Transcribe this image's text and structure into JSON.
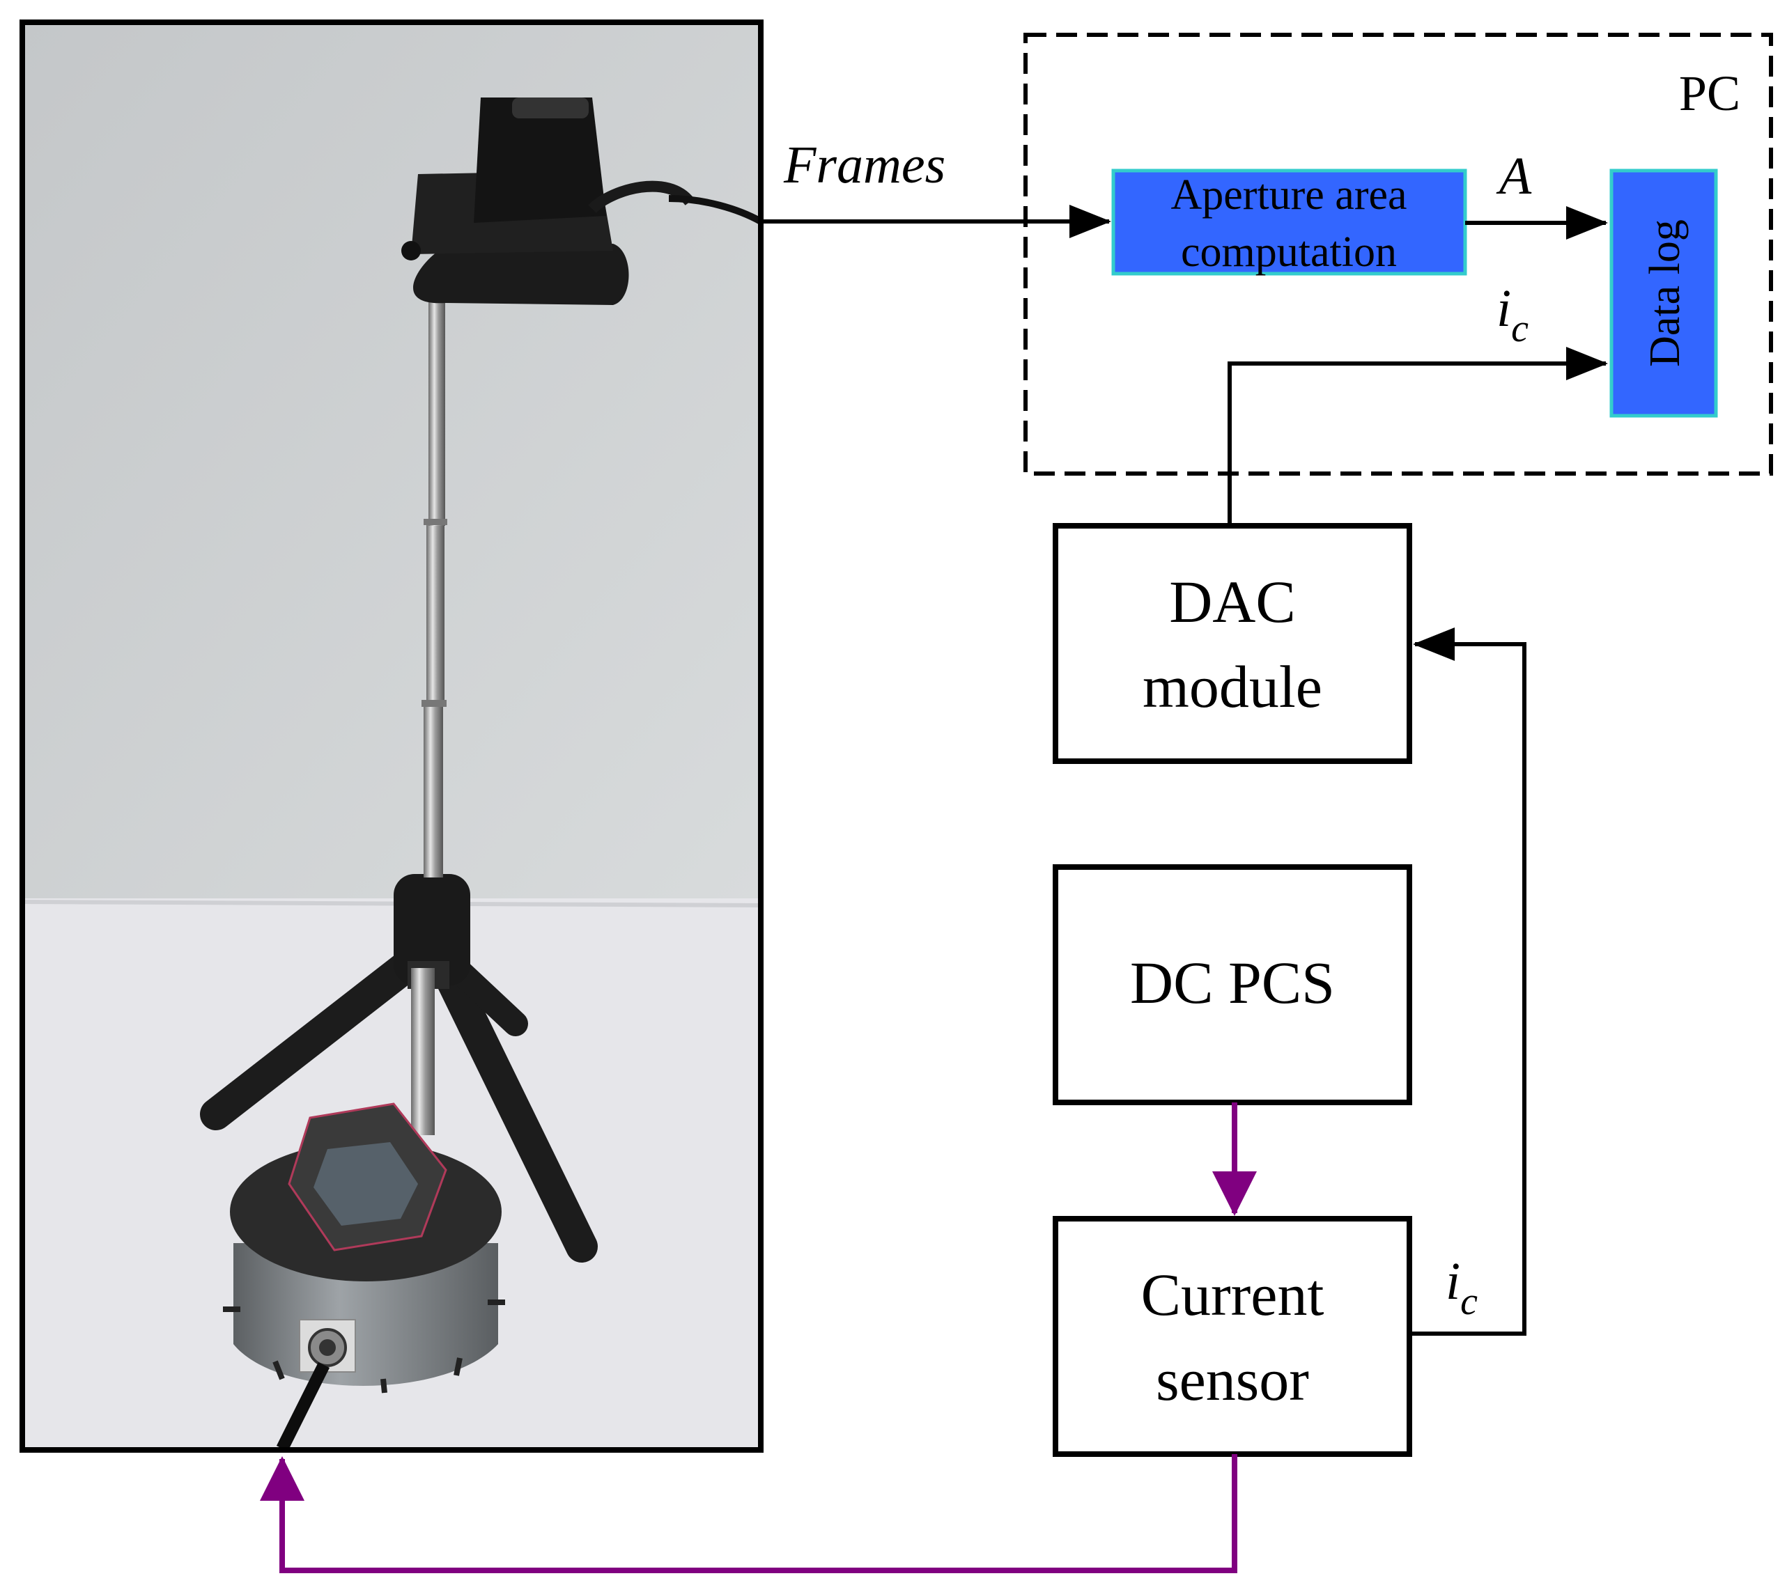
{
  "labels": {
    "pc": "PC",
    "frames": "Frames",
    "aperture_line1": "Aperture area",
    "aperture_line2": "computation",
    "data_log": "Data log",
    "signal_a": "A",
    "signal_i": "i",
    "signal_i_sub": "c",
    "dac_line1": "DAC",
    "dac_line2": "module",
    "dcpcs": "DC PCS",
    "sensor_line1": "Current",
    "sensor_line2": "sensor"
  },
  "photo": {
    "icons": [
      "webcam-icon",
      "telescopic-stand-icon",
      "tripod-icon",
      "hexagonal-actuator-icon",
      "connector-cable-icon"
    ]
  },
  "colors": {
    "block_fill": "#3366ff",
    "block_border": "#33cccc",
    "power_line": "#800080",
    "signal_line": "#000000"
  }
}
